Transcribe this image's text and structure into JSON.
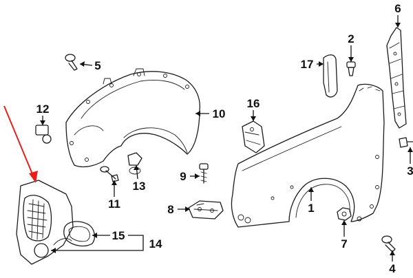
{
  "callouts": {
    "c1": "1",
    "c2": "2",
    "c3": "3",
    "c4": "4",
    "c5": "5",
    "c6": "6",
    "c7": "7",
    "c8": "8",
    "c9": "9",
    "c10": "10",
    "c11": "11",
    "c12": "12",
    "c13": "13",
    "c14": "14",
    "c15": "15",
    "c16": "16",
    "c17": "17"
  },
  "colors": {
    "line": "#1a1a1a",
    "highlight_arrow": "#e8201c",
    "background": "#ffffff"
  },
  "parts": [
    "fender",
    "rear-splash-panel",
    "clip",
    "bolt",
    "push-pin",
    "fender-support-bracket",
    "nut",
    "mounting-bracket",
    "bolt",
    "fender-liner",
    "bolt",
    "retainer",
    "clip",
    "lower-liner-panel",
    "grommet",
    "bracket",
    "trim-strip"
  ]
}
